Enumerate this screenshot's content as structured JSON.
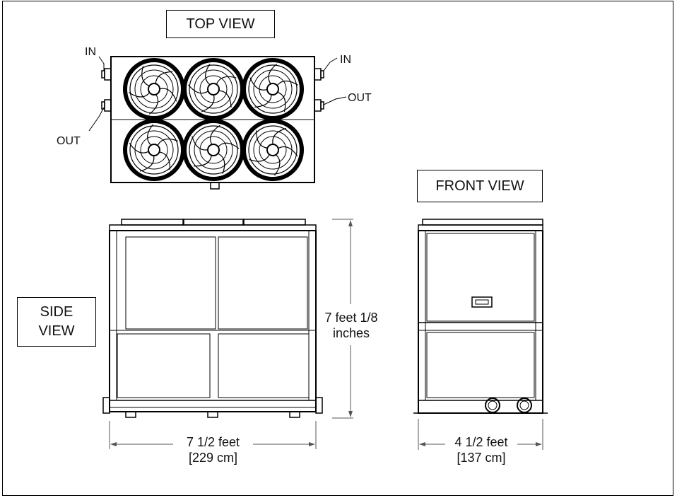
{
  "views": {
    "top": "TOP VIEW",
    "front": "FRONT VIEW",
    "side_line1": "SIDE",
    "side_line2": "VIEW"
  },
  "ports": {
    "in_left": "IN",
    "in_right": "IN",
    "out_left": "OUT",
    "out_right": "OUT"
  },
  "dimensions": {
    "height_line1": "7 feet 1/8",
    "height_line2": "inches",
    "side_width_line1": "7 1/2 feet",
    "side_width_line2": "[229 cm]",
    "front_width_line1": "4 1/2 feet",
    "front_width_line2": "[137 cm]"
  },
  "fan_count": 6
}
